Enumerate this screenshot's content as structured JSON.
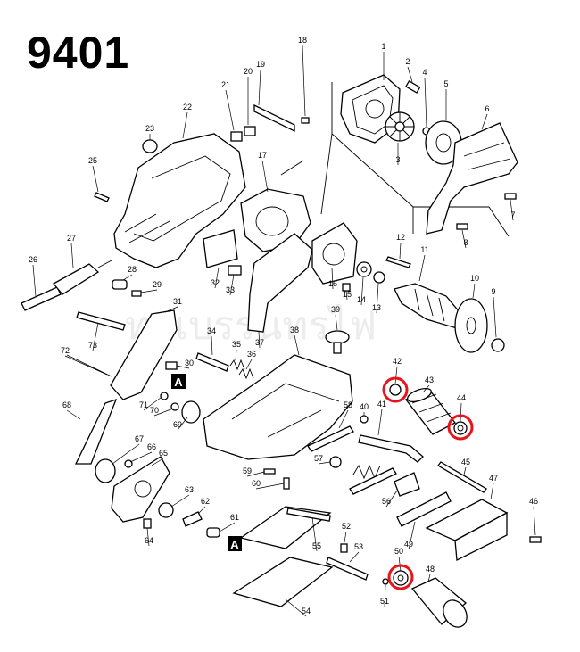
{
  "title": "9401",
  "watermark": "ทูลเบรรนทรไฟ",
  "highlight_color": "#e8141c",
  "callouts": [
    {
      "n": "1"
    },
    {
      "n": "2"
    },
    {
      "n": "3"
    },
    {
      "n": "4"
    },
    {
      "n": "5"
    },
    {
      "n": "6"
    },
    {
      "n": "7"
    },
    {
      "n": "8"
    },
    {
      "n": "9"
    },
    {
      "n": "10"
    },
    {
      "n": "11"
    },
    {
      "n": "12"
    },
    {
      "n": "13"
    },
    {
      "n": "14"
    },
    {
      "n": "15"
    },
    {
      "n": "16"
    },
    {
      "n": "17"
    },
    {
      "n": "18"
    },
    {
      "n": "19"
    },
    {
      "n": "20"
    },
    {
      "n": "21"
    },
    {
      "n": "22"
    },
    {
      "n": "23"
    },
    {
      "n": "25"
    },
    {
      "n": "26"
    },
    {
      "n": "27"
    },
    {
      "n": "28"
    },
    {
      "n": "29"
    },
    {
      "n": "30"
    },
    {
      "n": "31"
    },
    {
      "n": "32"
    },
    {
      "n": "33"
    },
    {
      "n": "34"
    },
    {
      "n": "35"
    },
    {
      "n": "36"
    },
    {
      "n": "37"
    },
    {
      "n": "38"
    },
    {
      "n": "39"
    },
    {
      "n": "40"
    },
    {
      "n": "41"
    },
    {
      "n": "42",
      "highlighted": true
    },
    {
      "n": "43"
    },
    {
      "n": "44",
      "highlighted": true
    },
    {
      "n": "45"
    },
    {
      "n": "46"
    },
    {
      "n": "47"
    },
    {
      "n": "48"
    },
    {
      "n": "49"
    },
    {
      "n": "50",
      "highlighted": true
    },
    {
      "n": "51"
    },
    {
      "n": "52"
    },
    {
      "n": "53"
    },
    {
      "n": "54"
    },
    {
      "n": "55"
    },
    {
      "n": "56"
    },
    {
      "n": "57"
    },
    {
      "n": "58"
    },
    {
      "n": "59"
    },
    {
      "n": "60"
    },
    {
      "n": "61"
    },
    {
      "n": "62"
    },
    {
      "n": "63"
    },
    {
      "n": "64"
    },
    {
      "n": "65"
    },
    {
      "n": "66"
    },
    {
      "n": "67"
    },
    {
      "n": "68"
    },
    {
      "n": "69"
    },
    {
      "n": "70"
    },
    {
      "n": "71"
    },
    {
      "n": "72"
    },
    {
      "n": "73"
    }
  ],
  "markers": [
    {
      "label": "A"
    },
    {
      "label": "A"
    }
  ]
}
